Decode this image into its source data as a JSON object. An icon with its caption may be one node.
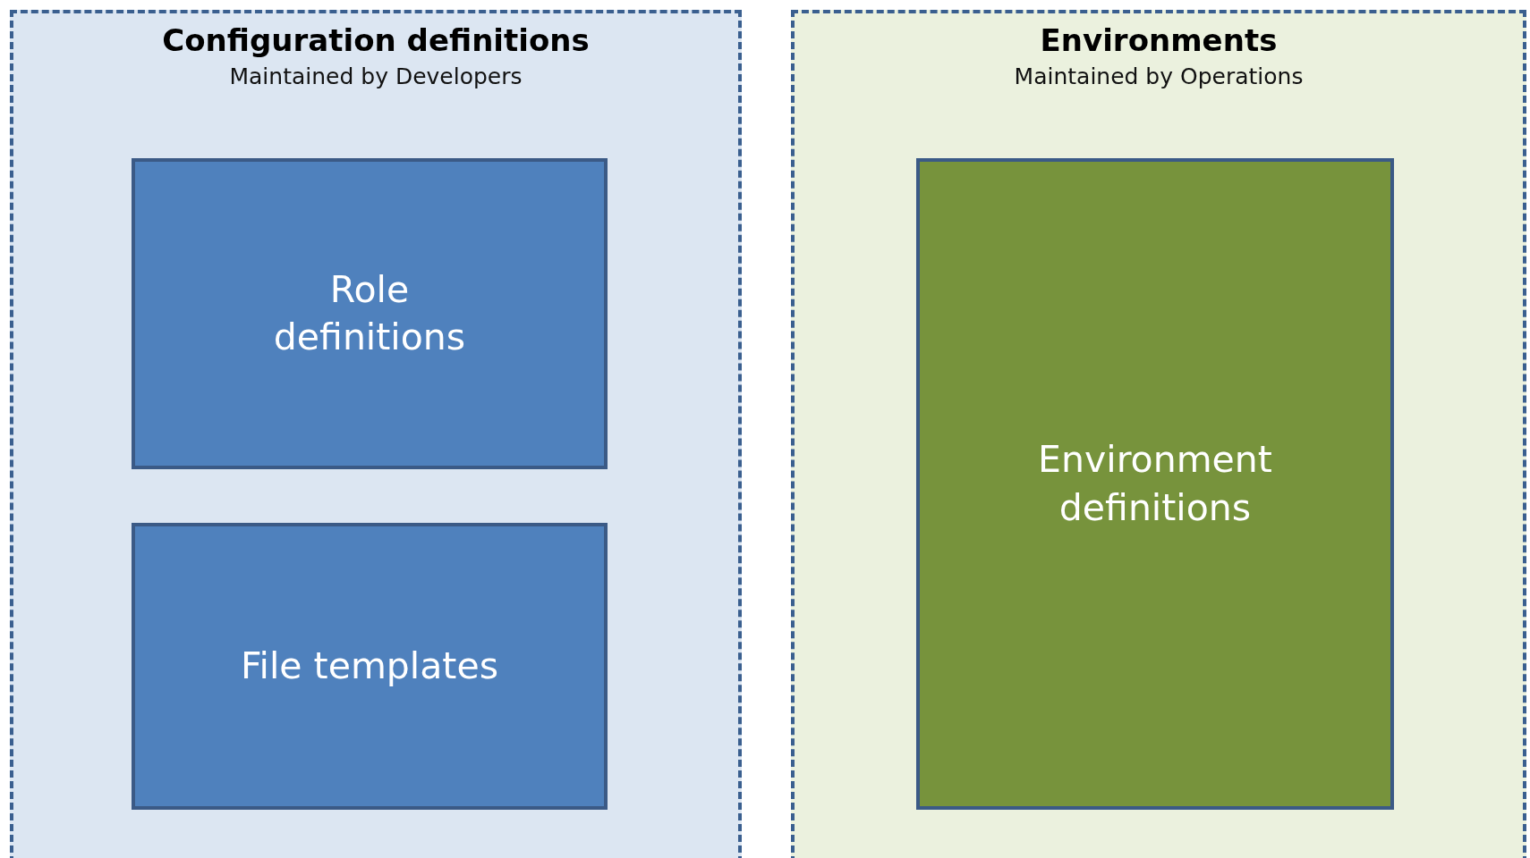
{
  "diagram": {
    "nodes": [
      {
        "text": [
          "Configuration definitions",
          "Maintained by Developers"
        ]
      },
      {
        "text": [
          "Role definitions"
        ],
        "in": 0
      },
      {
        "text": [
          "File templates"
        ],
        "in": 0
      },
      {
        "text": [
          "Environments",
          "Maintained by Operations"
        ]
      },
      {
        "text": [
          "Environment definitions"
        ],
        "in": 3
      }
    ]
  }
}
